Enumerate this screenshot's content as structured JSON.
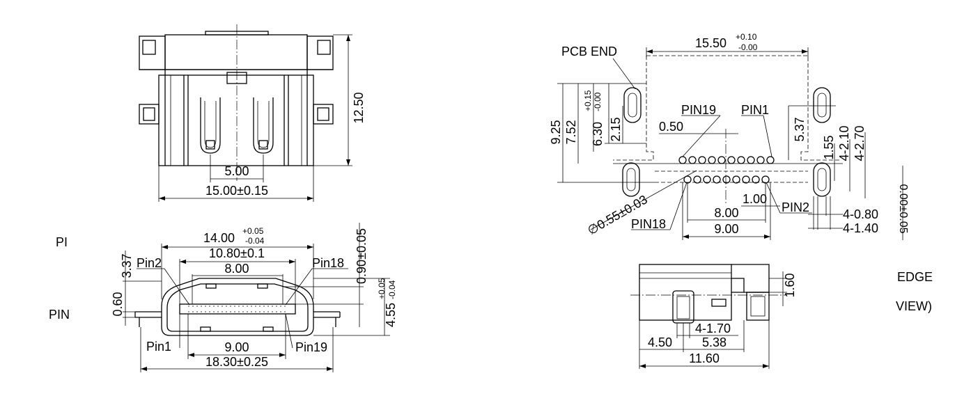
{
  "front_view": {
    "height": "12.50",
    "pitch": "5.00",
    "width": "15.00±0.15"
  },
  "side_view": {
    "width_main": "14.00",
    "width_main_tol_up": "+0.05",
    "width_main_tol_down": "-0.04",
    "width_inner": "10.80±0.1",
    "width_tongue": "8.00",
    "pin2": "Pin2",
    "pin18": "Pin18",
    "pin1": "Pin1",
    "pin19": "Pin19",
    "dim_337": "3.37",
    "dim_060": "0.60",
    "dim_090": "0.90±0.05",
    "height": "4.55",
    "height_tol_up": "+0.05",
    "height_tol_down": "-0.04",
    "bottom_inner": "9.00",
    "bottom_total": "18.30±0.25",
    "left_label_1": "PI",
    "left_label_2": "PIN"
  },
  "pcb_layout": {
    "width": "15.50",
    "width_tol_up": "+0.10",
    "width_tol_down": "-0.00",
    "pcb_end": "PCB END",
    "pin19": "PIN19",
    "pin1": "PIN1",
    "pin2": "PIN2",
    "pin18": "PIN18",
    "d050": "0.50",
    "d925": "9.25",
    "d752": "7.52",
    "d630": "6.30",
    "d630_tol_up": "+0.15",
    "d630_tol_down": "-0.00",
    "d215": "2.15",
    "d537": "5.37",
    "d155": "1.55",
    "d4210": "4-2.10",
    "d4270": "4-2.70",
    "hole_dia": "∅0.55±0.03",
    "d100": "1.00",
    "d800": "8.00",
    "d900": "9.00",
    "d4080": "4-0.80",
    "d4140": "4-1.40",
    "clipped_dim": "0.00±0.05"
  },
  "bottom_view": {
    "d160": "1.60",
    "d4170": "4-1.70",
    "d450": "4.50",
    "d538": "5.38",
    "d1160": "11.60",
    "edge": "EDGE",
    "view": "VIEW)"
  }
}
